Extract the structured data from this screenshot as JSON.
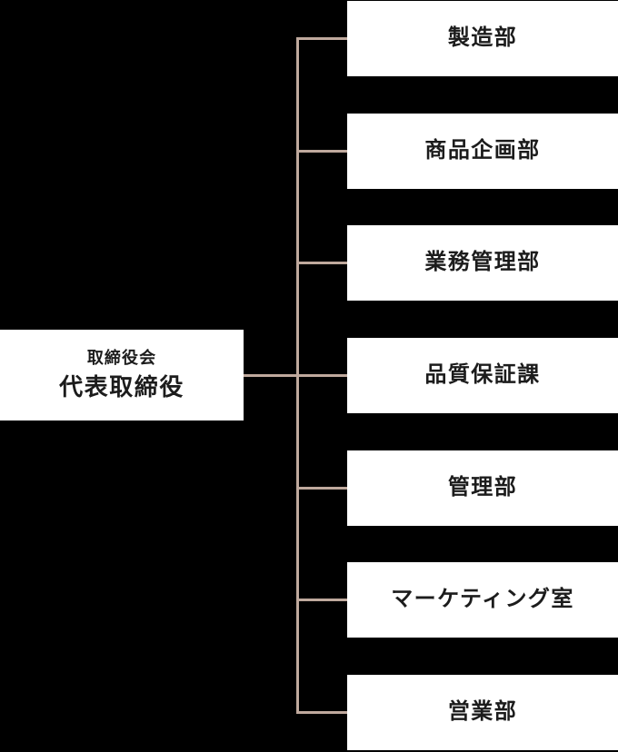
{
  "colors": {
    "background": "#000000",
    "box-bg": "#ffffff",
    "text": "#1c1c1c",
    "connector": "#bfa99d"
  },
  "root": {
    "title": "取締役会",
    "subtitle": "代表取締役"
  },
  "departments": [
    {
      "label": "製造部"
    },
    {
      "label": "商品企画部"
    },
    {
      "label": "業務管理部"
    },
    {
      "label": "品質保証課"
    },
    {
      "label": "管理部"
    },
    {
      "label": "マーケティング室"
    },
    {
      "label": "営業部"
    }
  ]
}
